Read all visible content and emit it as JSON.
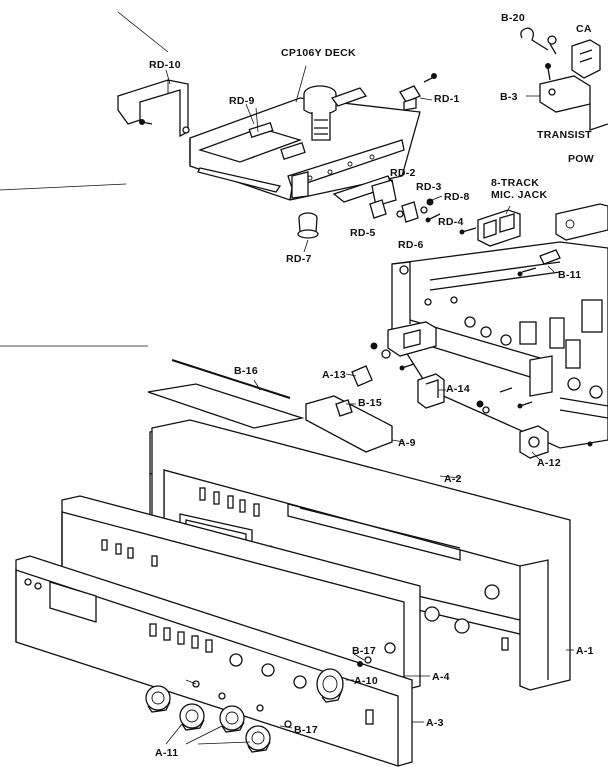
{
  "labels": {
    "b20": "B-20",
    "ca": "CA",
    "cp106y_deck": "CP106Y DECK",
    "rd10": "RD-10",
    "rd9": "RD-9",
    "rd1": "RD-1",
    "b3": "B-3",
    "transist": "TRANSIST",
    "pow": "POW",
    "rd2": "RD-2",
    "rd3": "RD-3",
    "rd8": "RD-8",
    "eight_track_1": "8-TRACK",
    "eight_track_2": "MIC. JACK",
    "rd5": "RD-5",
    "rd4": "RD-4",
    "rd6": "RD-6",
    "rd7": "RD-7",
    "b11": "B-11",
    "b16": "B-16",
    "a13": "A-13",
    "a14": "A-14",
    "b15": "B-15",
    "a9": "A-9",
    "a12": "A-12",
    "a2": "A-2",
    "a1": "A-1",
    "b17_top": "B-17",
    "a10": "A-10",
    "a4": "A-4",
    "a11": "A-11",
    "b17_bottom": "B-17",
    "a3": "A-3"
  }
}
